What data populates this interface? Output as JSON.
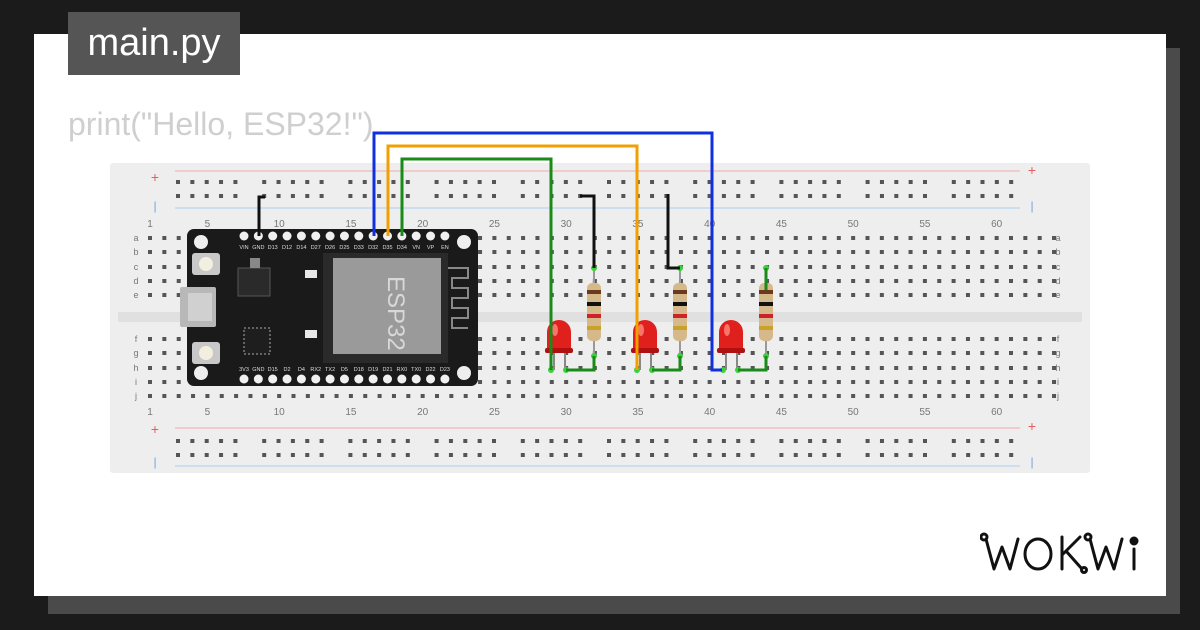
{
  "header": {
    "filename": "main.py"
  },
  "code": {
    "line1": "print(\"Hello, ESP32!\")"
  },
  "breadboard": {
    "column_numbers": [
      "1",
      "5",
      "10",
      "15",
      "20",
      "25",
      "30",
      "35",
      "40",
      "45",
      "50",
      "55",
      "60"
    ],
    "row_letters_top": [
      "a",
      "b",
      "c",
      "d",
      "e"
    ],
    "row_letters_bottom": [
      "f",
      "g",
      "h",
      "i",
      "j"
    ],
    "rail_plus": "+",
    "rail_minus": "|"
  },
  "esp32": {
    "chip_label": "ESP32",
    "top_pins": [
      "VIN",
      "GND",
      "D13",
      "D12",
      "D14",
      "D27",
      "D26",
      "D25",
      "D33",
      "D32",
      "D35",
      "D34",
      "VN",
      "VP",
      "EN"
    ],
    "bottom_pins": [
      "3V3",
      "GND",
      "D15",
      "D2",
      "D4",
      "RX2",
      "TX2",
      "D5",
      "D18",
      "D19",
      "D21",
      "RX0",
      "TX0",
      "D22",
      "D23"
    ]
  },
  "components": {
    "leds": [
      {
        "color": "#e0201c"
      },
      {
        "color": "#e0201c"
      },
      {
        "color": "#e0201c"
      }
    ],
    "resistors": [
      {
        "bands": [
          "#6b3a1e",
          "#111111",
          "#d0202a",
          "#c9a227"
        ]
      },
      {
        "bands": [
          "#6b3a1e",
          "#111111",
          "#d0202a",
          "#c9a227"
        ]
      },
      {
        "bands": [
          "#6b3a1e",
          "#111111",
          "#d0202a",
          "#c9a227"
        ]
      }
    ]
  },
  "wires": {
    "blue": "#1030e0",
    "orange": "#f0a000",
    "green": "#1a8a1a",
    "black": "#111111"
  },
  "brand": {
    "logo": "WOKWi"
  }
}
